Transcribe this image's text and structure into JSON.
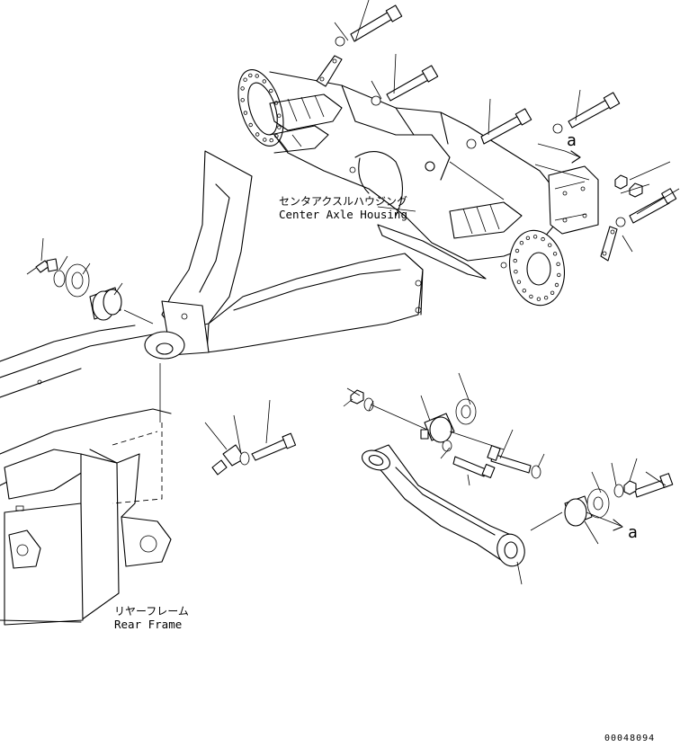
{
  "labels": {
    "center_axle_jp": "センタアクスルハウジング",
    "center_axle_en": "Center Axle Housing",
    "rear_frame_jp": "リヤーフレーム",
    "rear_frame_en": "Rear Frame",
    "ref_a_top": "a",
    "ref_a_right": "a",
    "drawing_number": "00048094"
  }
}
